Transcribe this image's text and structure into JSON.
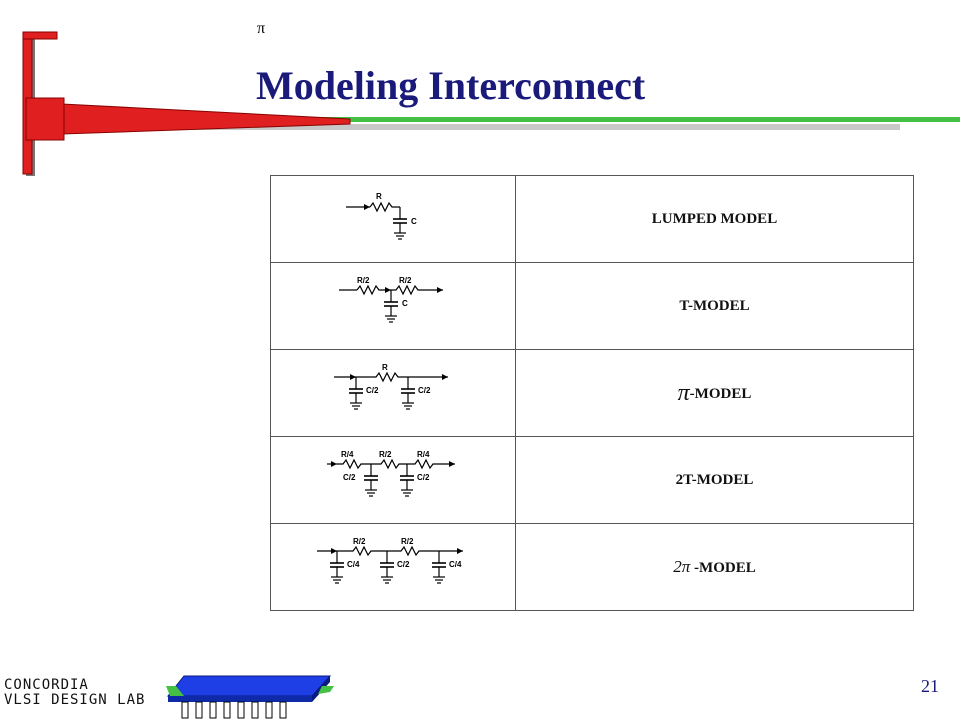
{
  "slide": {
    "pi_mark": "π",
    "title": "Modeling Interconnect",
    "page_number": "21"
  },
  "colors": {
    "title": "#1a1a7a",
    "accent_red": "#e02020",
    "accent_green": "#44c044",
    "chip_blue": "#1f3fe6"
  },
  "footer": {
    "logo_line1": "CONCORDIA",
    "logo_line2": "VLSI DESIGN LAB"
  },
  "table": {
    "rows": [
      {
        "label": "LUMPED MODEL",
        "diagram_labels": {
          "r": "R",
          "c": "C"
        }
      },
      {
        "label": "T-MODEL",
        "diagram_labels": {
          "r1": "R/2",
          "r2": "R/2",
          "c": "C"
        }
      },
      {
        "label_prefix": "π",
        "label": "-MODEL",
        "diagram_labels": {
          "r": "R",
          "c1": "C/2",
          "c2": "C/2"
        }
      },
      {
        "label": "2T-MODEL",
        "diagram_labels": {
          "r1": "R/4",
          "r2": "R/2",
          "r3": "R/4",
          "c1": "C/2",
          "c2": "C/2"
        }
      },
      {
        "label_prefix": "2π",
        "label": " -MODEL",
        "diagram_labels": {
          "r1": "R/2",
          "r2": "R/2",
          "c1": "C/4",
          "c2": "C/2",
          "c3": "C/4"
        }
      }
    ]
  }
}
